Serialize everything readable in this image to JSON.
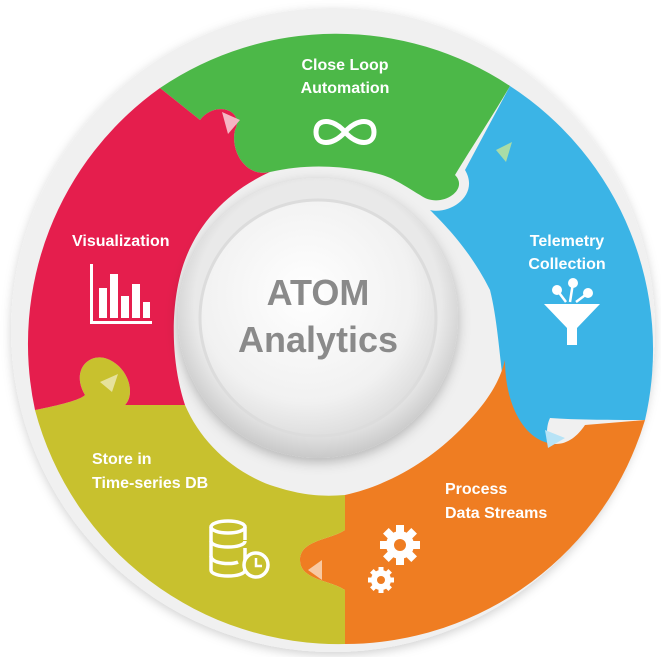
{
  "title": {
    "line1": "ATOM",
    "line2": "Analytics"
  },
  "segments": [
    {
      "key": "close_loop",
      "lines": [
        "Close Loop",
        "Automation"
      ],
      "color": "#4cb848",
      "icon": "infinity-icon"
    },
    {
      "key": "telemetry",
      "lines": [
        "Telemetry",
        "Collection"
      ],
      "color": "#3bb4e6",
      "icon": "funnel-icon"
    },
    {
      "key": "process",
      "lines": [
        "Process",
        "Data Streams"
      ],
      "color": "#ef7d22",
      "icon": "gears-icon"
    },
    {
      "key": "store",
      "lines": [
        "Store in",
        "Time-series DB"
      ],
      "color": "#c8c12e",
      "icon": "database-clock-icon"
    },
    {
      "key": "visualization",
      "lines": [
        "Visualization"
      ],
      "color": "#e51e4d",
      "icon": "bar-chart-icon"
    }
  ],
  "colors": {
    "center_text": "#8a8a8a",
    "hub_face": "#f4f4f4",
    "hub_ring": "#dcdcdc"
  }
}
